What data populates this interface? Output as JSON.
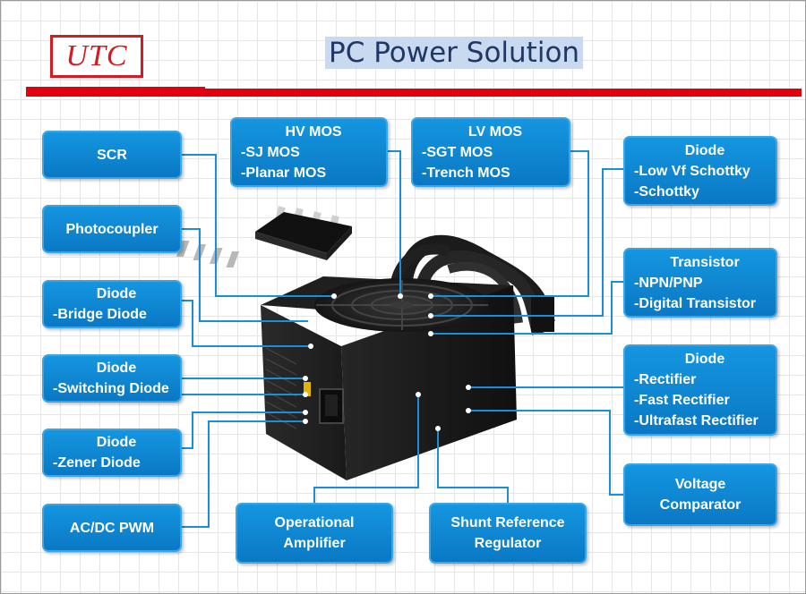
{
  "logo": "UTC",
  "title": "PC Power Solution",
  "boxes": {
    "scr": {
      "title": "SCR"
    },
    "photocoupler": {
      "title": "Photocoupler"
    },
    "bridge_diode": {
      "title": "Diode",
      "items": [
        "-Bridge Diode"
      ]
    },
    "switching_diode": {
      "title": "Diode",
      "items": [
        "-Switching Diode"
      ]
    },
    "zener_diode": {
      "title": "Diode",
      "items": [
        "-Zener Diode"
      ]
    },
    "acdc_pwm": {
      "title": "AC/DC PWM"
    },
    "hv_mos": {
      "title": "HV MOS",
      "items": [
        "-SJ MOS",
        "-Planar MOS"
      ]
    },
    "lv_mos": {
      "title": "LV MOS",
      "items": [
        "-SGT MOS",
        "-Trench MOS"
      ]
    },
    "schottky_diode": {
      "title": "Diode",
      "items": [
        "-Low Vf Schottky",
        "-Schottky"
      ]
    },
    "transistor": {
      "title": "Transistor",
      "items": [
        "-NPN/PNP",
        "-Digital Transistor"
      ]
    },
    "rectifier_diode": {
      "title": "Diode",
      "items": [
        "-Rectifier",
        "-Fast Rectifier",
        "-Ultrafast Rectifier"
      ]
    },
    "voltage_comparator": {
      "lines": [
        "Voltage",
        "Comparator"
      ]
    },
    "op_amp": {
      "lines": [
        "Operational",
        "Amplifier"
      ]
    },
    "shunt_regulator": {
      "lines": [
        "Shunt Reference",
        "Regulator"
      ]
    }
  },
  "colors": {
    "box_fill": "#0a86d4",
    "connector": "#1a8fd8",
    "brand_red": "#e3000f",
    "title_bg": "#c9daf0"
  }
}
